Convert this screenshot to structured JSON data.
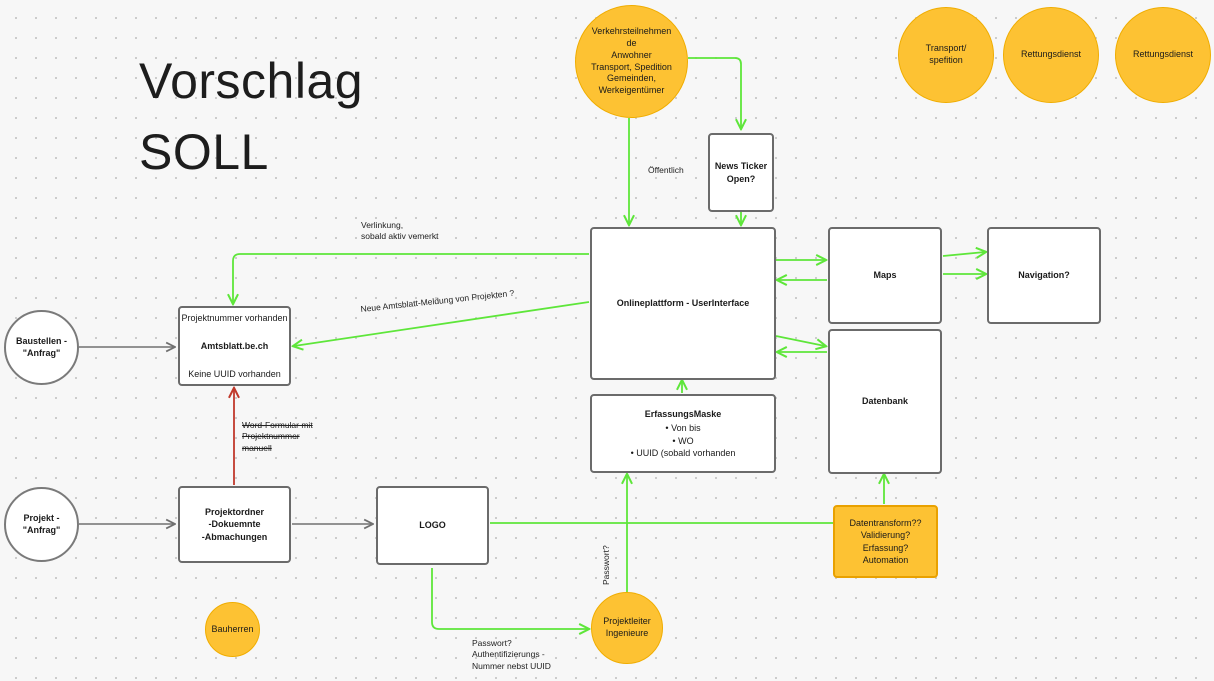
{
  "title": {
    "line1": "Vorschlag",
    "line2": "SOLL"
  },
  "colors": {
    "accent_green": "#5ee63a",
    "red": "#c0392b",
    "yellow": "#fdc233",
    "grey_line": "#707070"
  },
  "stakeholders": {
    "verkehr": [
      "Verkehrsteilnehmen",
      "de",
      "Anwohner",
      "Transport, Spedition",
      "Gemeinden,",
      "Werkeigentümer"
    ],
    "transport": [
      "Transport/",
      "spefition"
    ],
    "rettung1": "Rettungsdienst",
    "rettung2": "Rettungsdienst",
    "bauherren": "Bauherren",
    "projektleiter": [
      "Projektleiter",
      "Ingenieure"
    ]
  },
  "inputs": {
    "baustellen": [
      "Baustellen -",
      "\"Anfrag\""
    ],
    "projekt": [
      "Projekt -",
      "\"Anfrag\""
    ]
  },
  "boxes": {
    "news_ticker": [
      "News Ticker",
      "Open?"
    ],
    "onlineplattform": "Onlineplattform - UserInterface",
    "maps": "Maps",
    "navigation": "Navigation?",
    "datenbank": "Datenbank",
    "amtsblatt": {
      "top": "Projektnummer vorhanden",
      "title": "Amtsblatt.be.ch",
      "bottom": "Keine UUID vorhanden"
    },
    "erfassung": {
      "title": "ErfassungsMaske",
      "items": [
        "Von bis",
        "WO",
        "UUID (sobald vorhanden"
      ]
    },
    "projektordner": [
      "Projektordner",
      "-Dokuemnte",
      "-Abmachungen"
    ],
    "logo": "LOGO",
    "datentransform": [
      "Datentransform??",
      "Validierung?",
      "Erfassung?",
      "Automation"
    ]
  },
  "labels": {
    "oeffentlich": "Öffentlich",
    "verlinkung": [
      "Verlinkung,",
      "sobald aktiv vemerkt"
    ],
    "neue_amtsblatt": "Neue Amtsblatt-Meldung von Projekten ?",
    "word_formular": [
      "Word-Formular mit",
      "Projektnummer",
      "manuell"
    ],
    "passwort_vertical": "Passwort?",
    "passwort_bottom": [
      "Passwort?",
      "Authentifizierungs -",
      "Nummer nebst UUID"
    ]
  }
}
